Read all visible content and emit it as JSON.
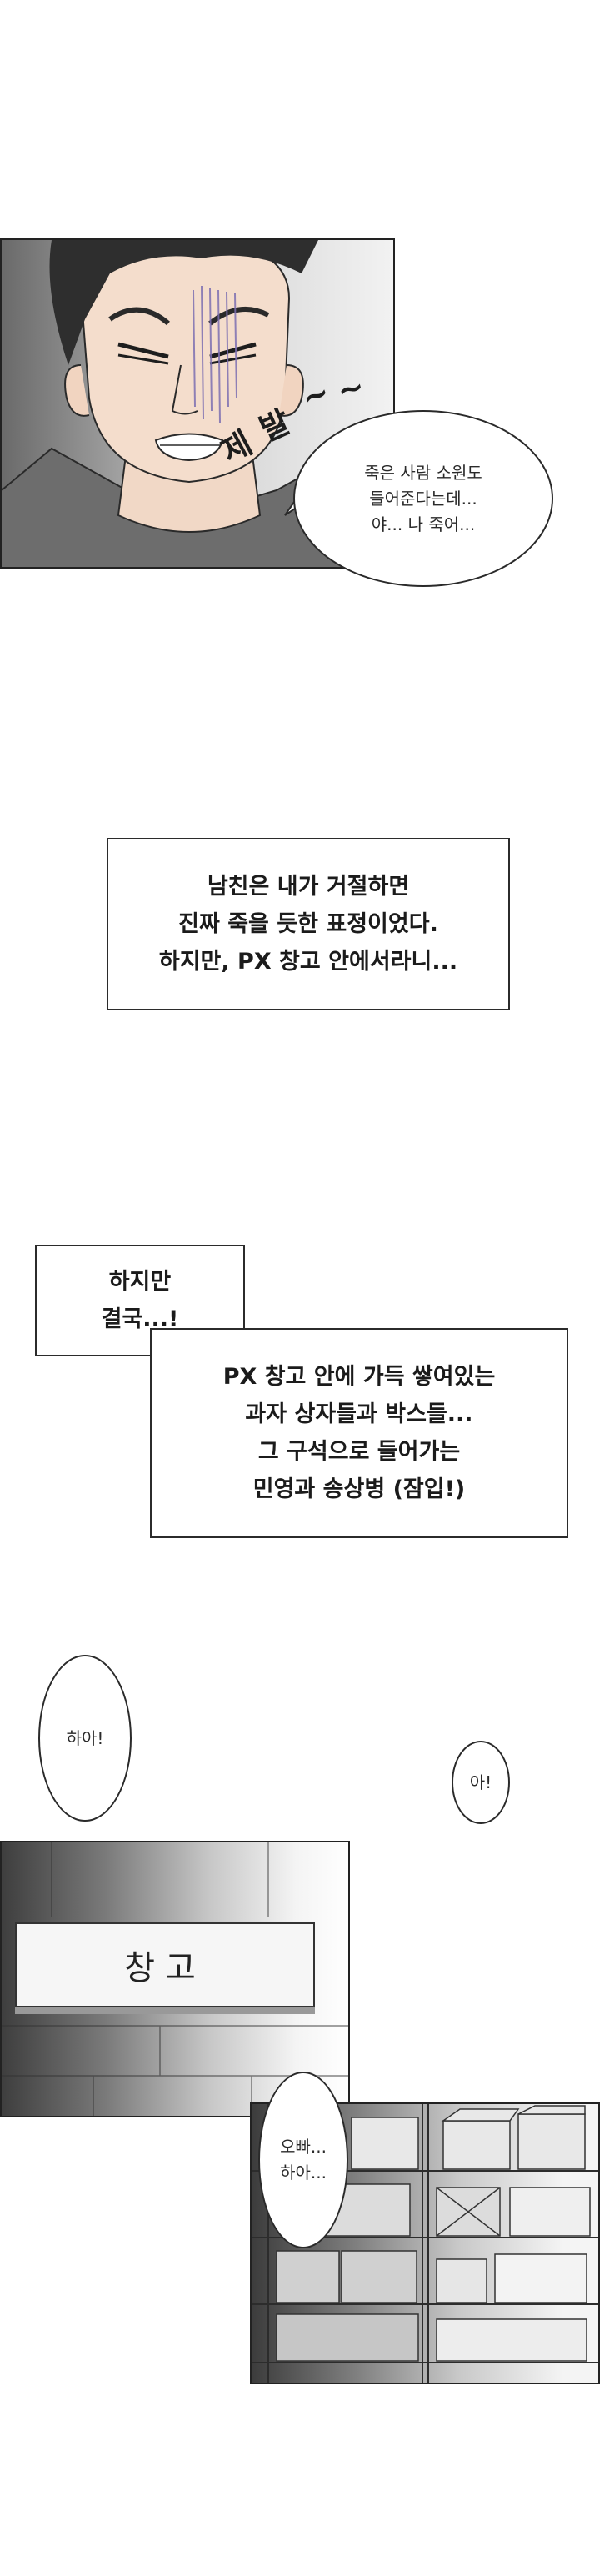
{
  "panel_face": {
    "sfx": [
      "제",
      "발",
      "~",
      "~"
    ]
  },
  "balloon_1": {
    "text": "죽은 사람 소원도\n들어준다는데...\n야... 나 죽어..."
  },
  "narration_1": {
    "text": "남친은 내가 거절하면\n진짜 죽을 듯한 표정이었다.\n하지만, PX 창고 안에서라니..."
  },
  "narration_2": {
    "text": "하지만\n결국...!"
  },
  "narration_3": {
    "text": "PX 창고 안에 가득 쌓여있는\n과자 상자들과 박스들...\n그 구석으로 들어가는\n민영과 송상병 (잠입!)"
  },
  "balloon_2": {
    "text": "하아!"
  },
  "balloon_3": {
    "text": "아!"
  },
  "panel_door": {
    "sign": "창고"
  },
  "balloon_4": {
    "text": "오빠...\n하아..."
  }
}
